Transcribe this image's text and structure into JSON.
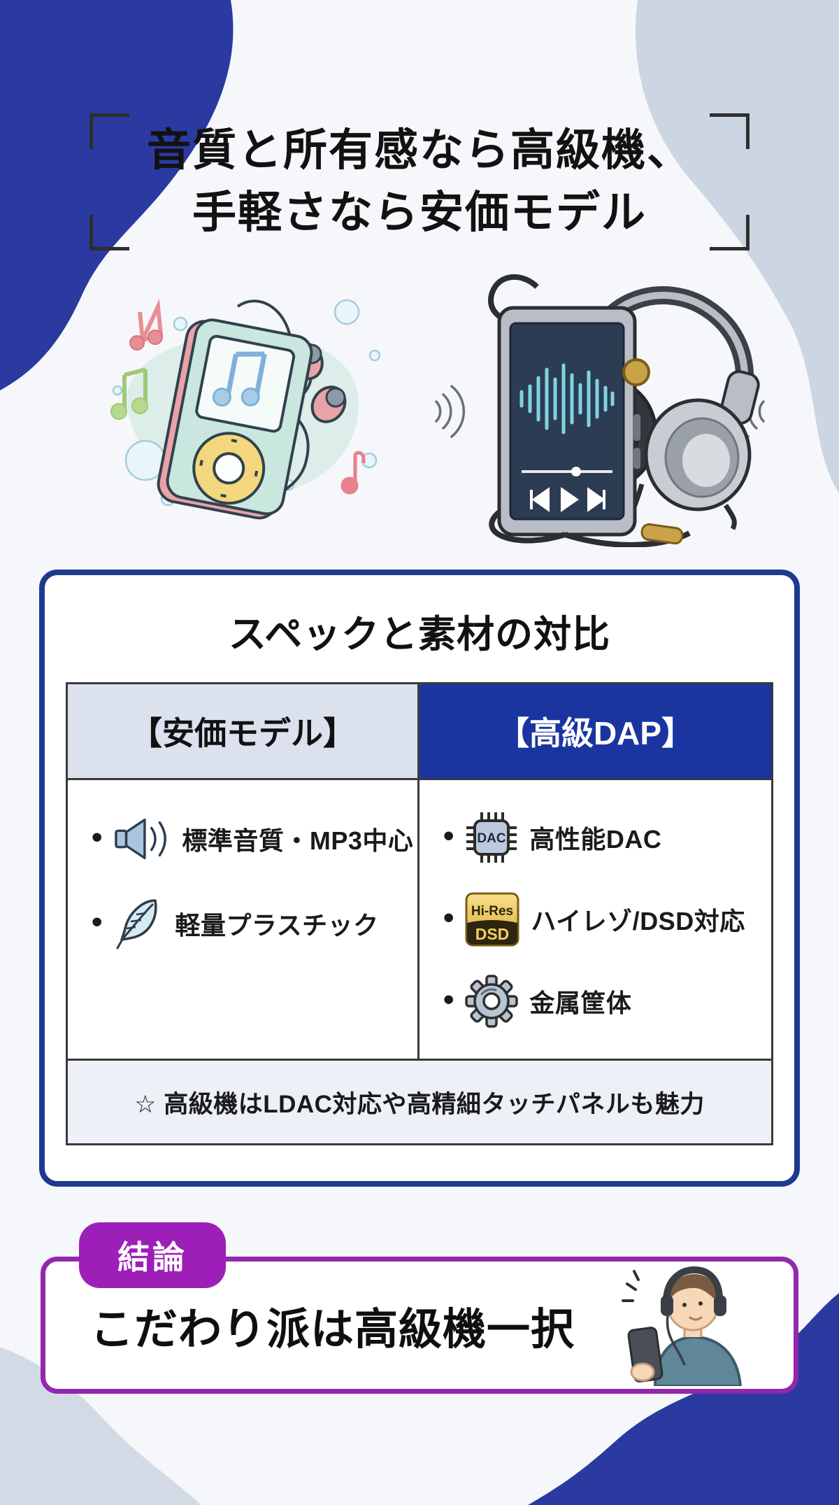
{
  "title": {
    "line1": "音質と所有感なら高級機、",
    "line2": "手軽さなら安価モデル"
  },
  "spec_card": {
    "title": "スペックと素材の対比",
    "columns": [
      {
        "header": "【安価モデル】"
      },
      {
        "header": "【高級DAP】"
      }
    ],
    "cheap_items": [
      {
        "icon": "speaker-icon",
        "text": "標準音質・MP3中心"
      },
      {
        "icon": "feather-icon",
        "text": "軽量プラスチック"
      }
    ],
    "premium_items": [
      {
        "icon": "dac-chip-icon",
        "text": "高性能DAC"
      },
      {
        "icon": "hires-dsd-badge-icon",
        "text": "ハイレゾ/DSD対応"
      },
      {
        "icon": "gear-icon",
        "text": "金属筐体"
      }
    ],
    "footnote": "☆ 高級機はLDAC対応や高精細タッチパネルも魅力"
  },
  "conclusion": {
    "badge": "結論",
    "text": "こだわり派は高級機一択"
  },
  "icon_labels": {
    "dac": "DAC",
    "hires": "Hi-Res",
    "dsd": "DSD"
  },
  "glyphs": {
    "bullet": "•"
  },
  "colors": {
    "accent_blue": "#1b35a0",
    "navy_card_border": "#1d3a8f",
    "purple_accent": "#9d1fb8",
    "dark_blob": "#2a3aa0",
    "light_blob": "#ccd6e3",
    "header_gray": "#dbe2ee",
    "footnote_bg": "#edf0f6",
    "hires_gold": "#e8b84a"
  }
}
